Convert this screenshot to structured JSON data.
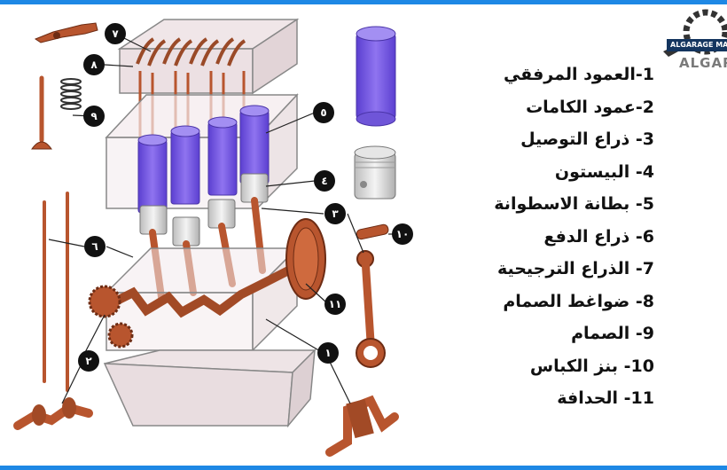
{
  "logo": {
    "banner_text": "ALGARAGE MA",
    "text": "ALGARAGE"
  },
  "callout_numbers": [
    "١",
    "٢",
    "٣",
    "٤",
    "٥",
    "٦",
    "٧",
    "٨",
    "٩",
    "١٠",
    "١١"
  ],
  "legend": [
    "1-العمود المرفقي",
    "2-عمود الكامات",
    "3- ذراع التوصيل",
    "4- البيستون",
    "5- بطانة الاسطوانة",
    "6- ذراع الدفع",
    "7- الذراع الترجيحية",
    "8- ضواغط الصمام",
    "9- الصمام",
    "10- بنز الكباس",
    "11- الحدافة"
  ],
  "colors": {
    "accent_bar": "#1e88e5",
    "cylinder": "#7b5ce6",
    "metal_parts": "#b8552e",
    "callout": "#111111",
    "block_outline": "#8a8a8a"
  }
}
